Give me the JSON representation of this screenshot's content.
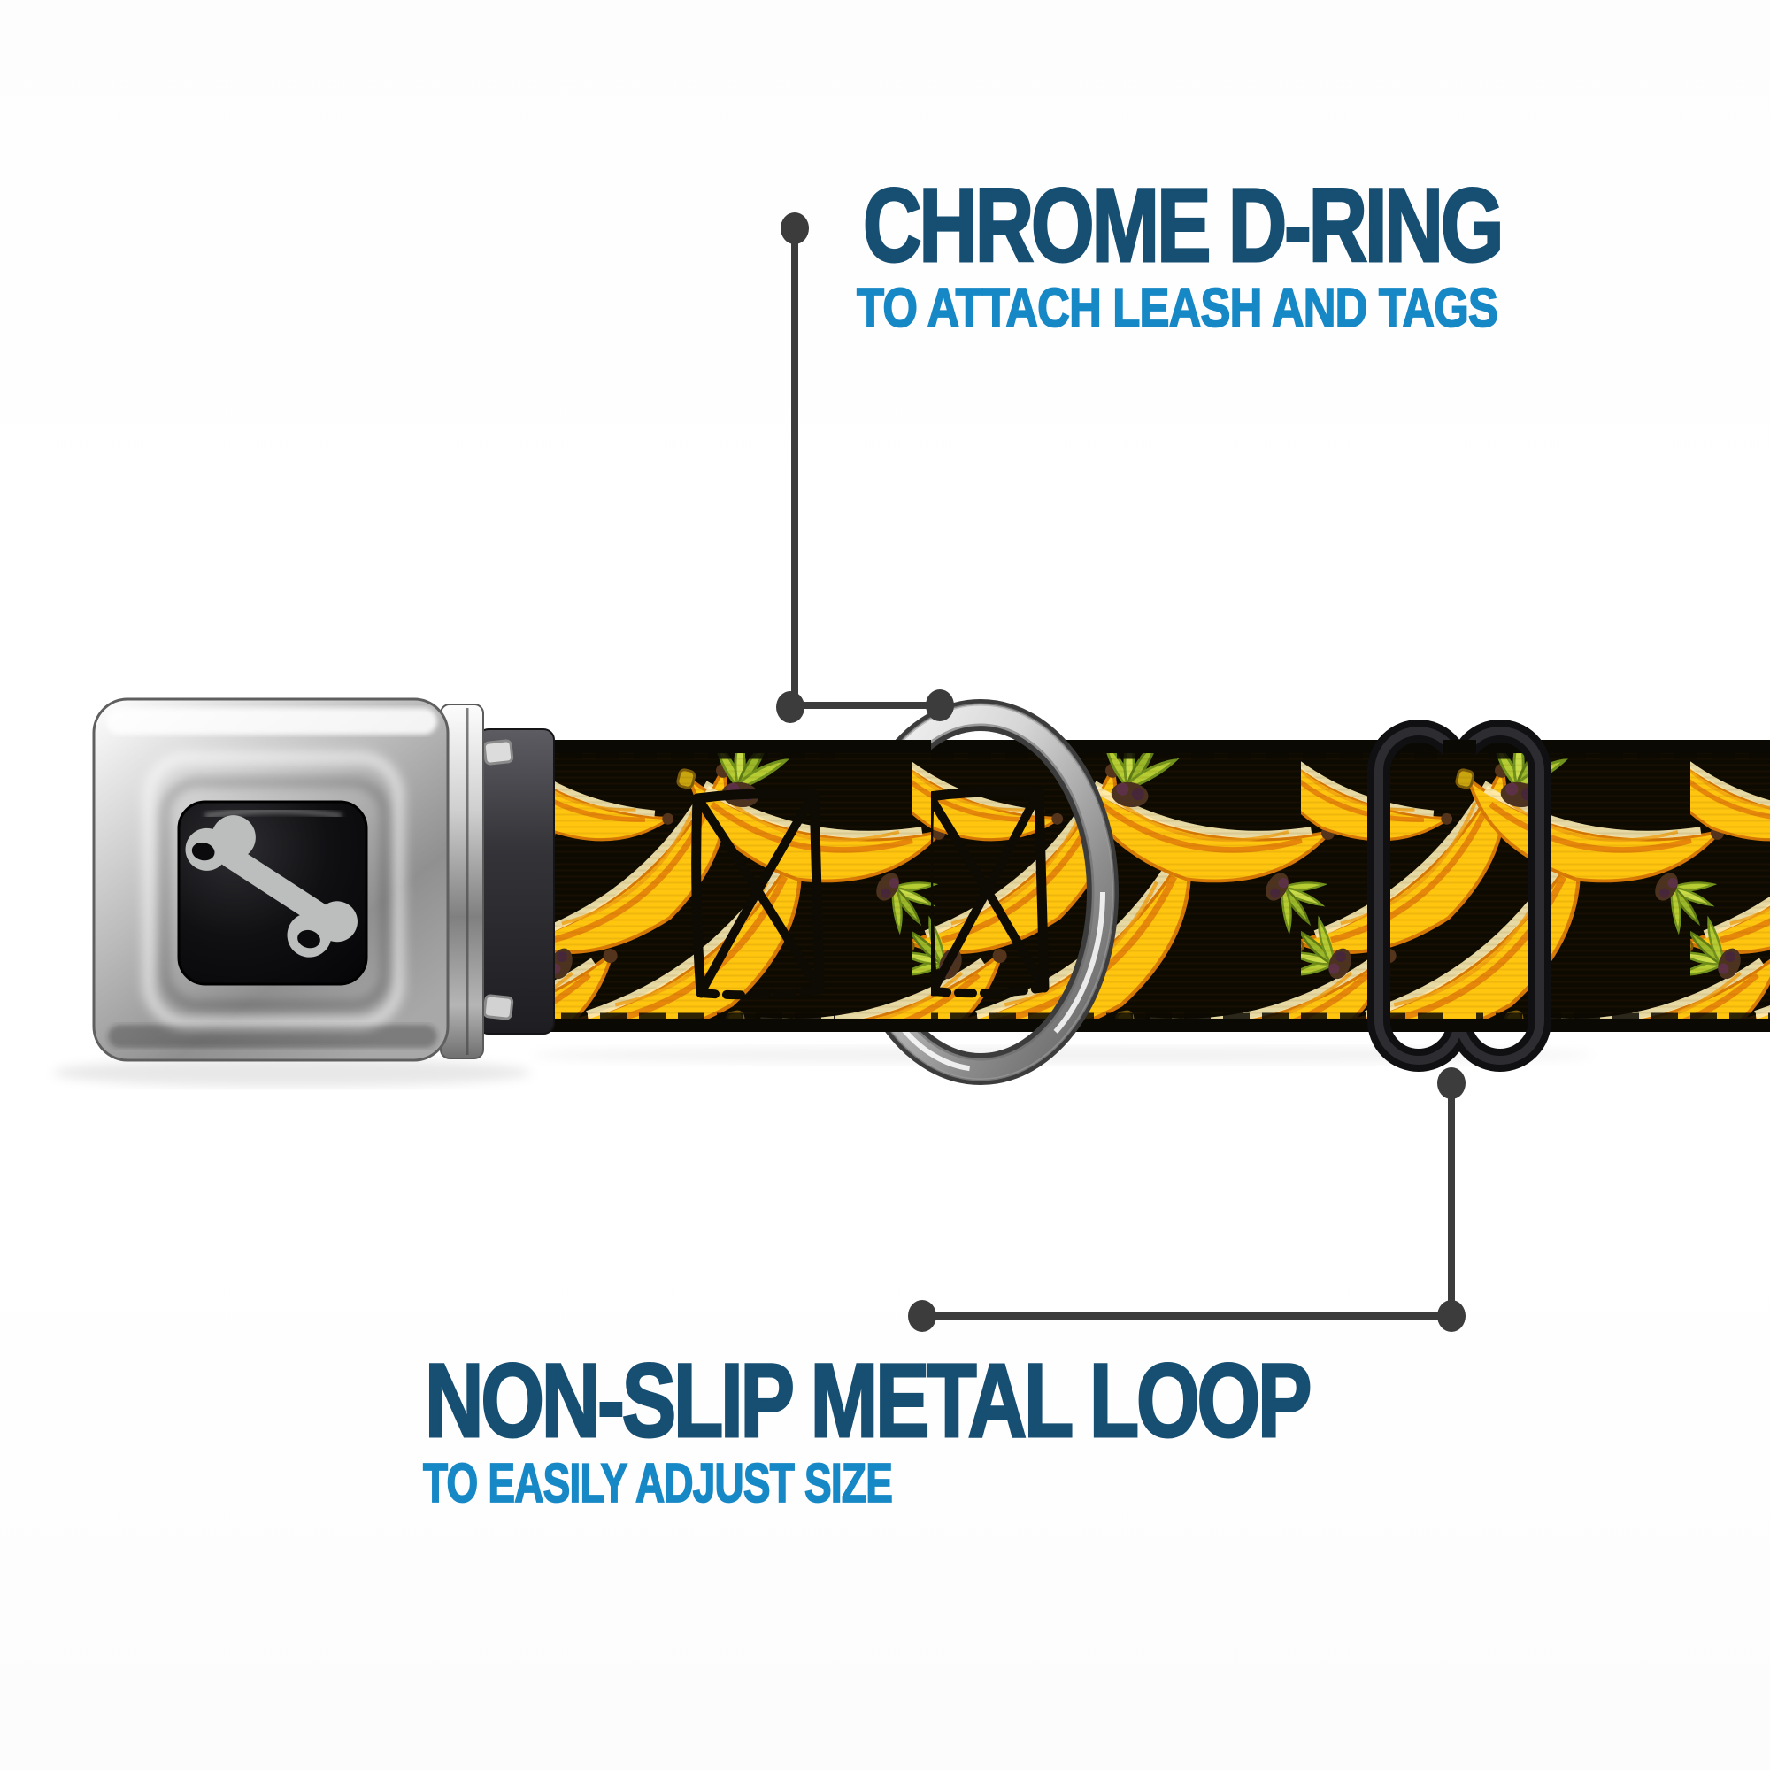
{
  "page": {
    "background": "#ffffff",
    "type": "product-feature-diagram"
  },
  "callouts": {
    "top": {
      "title": "CHROME D-RING",
      "subtitle": "TO ATTACH LEASH AND TAGS"
    },
    "bottom": {
      "title": "NON-SLIP METAL LOOP",
      "subtitle": "TO EASILY ADJUST SIZE"
    }
  },
  "colors": {
    "title_blue": "#174F73",
    "subtitle_blue": "#1788C6",
    "callout_line_gray": "#3c3c3c",
    "webbing_yellow": "#FFC50F",
    "banana_shade_orange": "#E8880A",
    "banana_highlight": "#FFF0B5",
    "stem_green": "#B5CC33",
    "webbing_edge_black": "#0d0a02",
    "ring_chrome": "#d0d0d0",
    "slider_black": "#141416",
    "buckle_silver": "#b9b9b9",
    "bone_gray": "#bcbebe",
    "buckle_window_black": "#0b0b0d"
  },
  "icons": {
    "buckle_logo": "bone-icon"
  }
}
